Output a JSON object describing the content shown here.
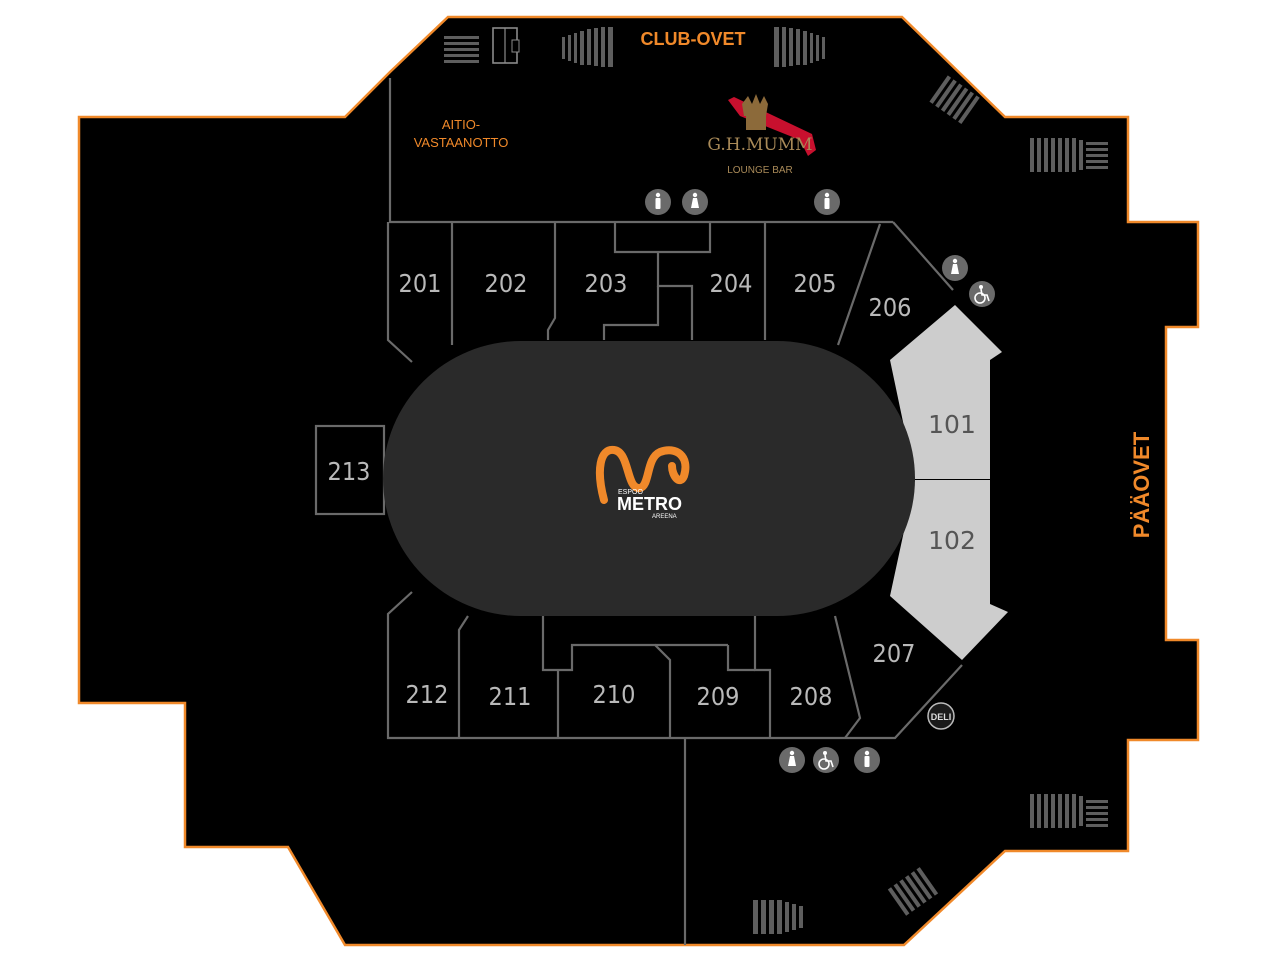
{
  "labels": {
    "club_ovet": "CLUB-OVET",
    "paaovet": "PÄÄOVET",
    "aitio_line1": "AITIO-",
    "aitio_line2": "VASTAANOTTO",
    "lounge_brand": "G.H.MUMM",
    "lounge_sub": "LOUNGE BAR",
    "arena_espoo": "ESPOO",
    "arena_metro": "METRO",
    "arena_areena": "AREENA",
    "deli": "DELI"
  },
  "sections": {
    "s201": "201",
    "s202": "202",
    "s203": "203",
    "s204": "204",
    "s205": "205",
    "s206": "206",
    "s207": "207",
    "s208": "208",
    "s209": "209",
    "s210": "210",
    "s211": "211",
    "s212": "212",
    "s213": "213",
    "s101": "101",
    "s102": "102"
  },
  "colors": {
    "floor": "#000000",
    "outline": "#f0892a",
    "rink": "#2a2a2a",
    "section_lines": "#6a6a6a",
    "section_text": "#b9b9b9",
    "lower_sections": "#cdcdcd",
    "accent": "#f0892a",
    "mumm_red": "#c8102e"
  },
  "icons": [
    "elevator-icon",
    "stairs-icon",
    "restroom-icon",
    "accessible-icon",
    "deli-icon",
    "mumm-crest-icon",
    "metro-logo-icon"
  ]
}
